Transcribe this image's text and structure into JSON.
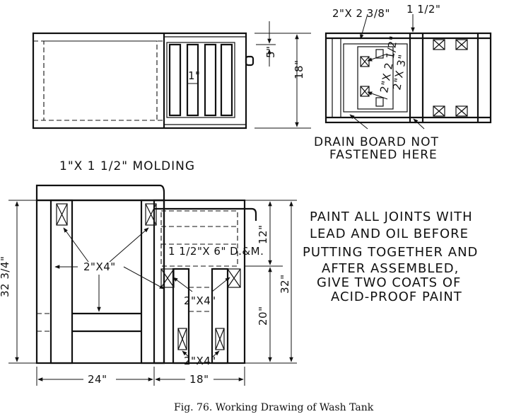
{
  "caption": "Fig. 76. Working Drawing of Wash Tank",
  "top_plan": {
    "dim_height": "18\"",
    "dim_slat": "5\"",
    "dim_gap": "1\""
  },
  "top_section": {
    "label_top": "2\"X 2 3/8\"",
    "label_top_right": "1 1/2\"",
    "label_inner": "2\"X 2 1/2\"",
    "label_inner_2": "2\"X 3\"",
    "note_drain": "DRAIN BOARD NOT",
    "note_drain_2": "FASTENED HERE"
  },
  "elevation": {
    "molding_label": "1\"X 1 1/2\" MOLDING",
    "label_2x4_left": "2\"X4\"",
    "label_dm": "1 1/2\"X 6\" D.&M.",
    "label_2x4_mid": "2\"X4\"",
    "label_2x4_bottom": "2\"X4\"",
    "dim_total_height": "32 3/4\"",
    "dim_top": "12\"",
    "dim_mid": "20\"",
    "dim_right": "32\"",
    "dim_width_left": "24\"",
    "dim_width_right": "18\""
  },
  "notes": [
    "PAINT ALL JOINTS WITH",
    "LEAD AND OIL BEFORE",
    "PUTTING TOGETHER AND",
    "AFTER ASSEMBLED,",
    "GIVE TWO COATS OF",
    "ACID-PROOF PAINT"
  ]
}
